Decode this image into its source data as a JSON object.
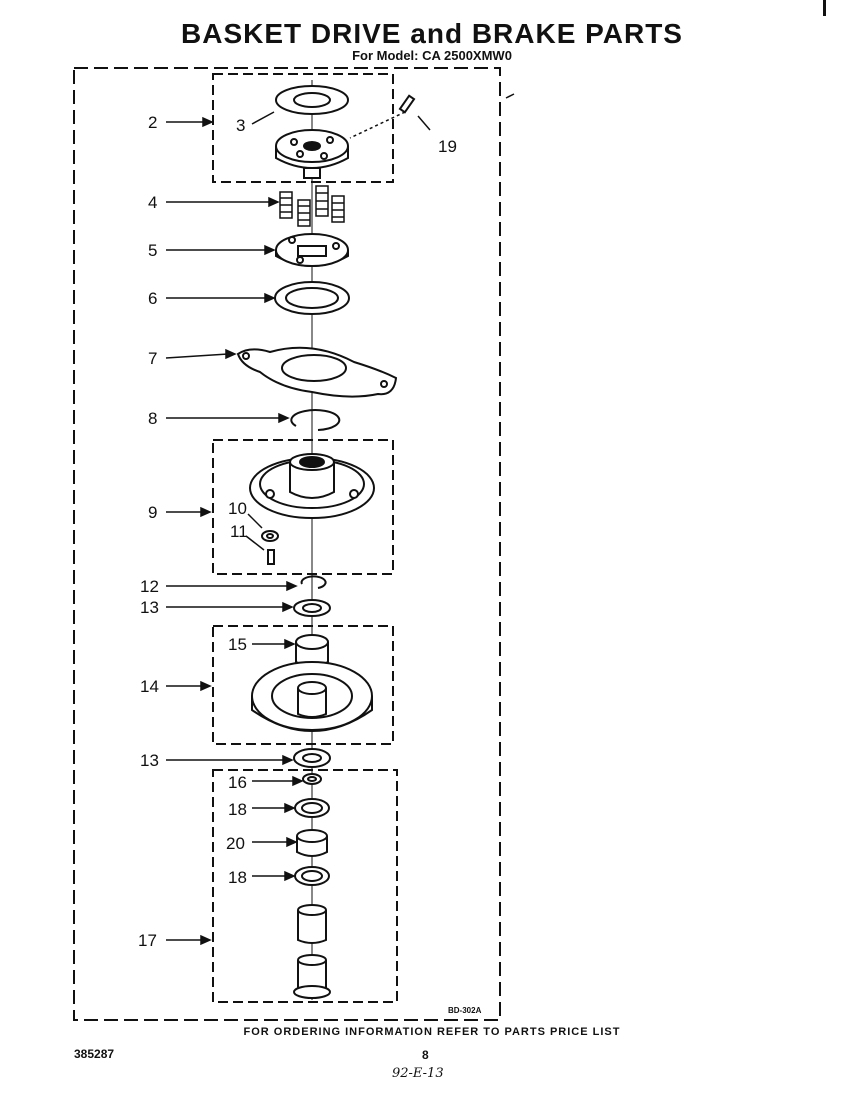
{
  "header": {
    "title": "BASKET DRIVE and BRAKE PARTS",
    "model": "For Model: CA 2500XMW0"
  },
  "footer": {
    "ordering_note": "FOR ORDERING INFORMATION REFER TO PARTS PRICE LIST",
    "doc_number": "385287",
    "page_number": "8",
    "handwritten_note": "92-E-13"
  },
  "diagram": {
    "drawing_code": "BD-302A",
    "callouts": [
      {
        "id": "c2",
        "label": "2"
      },
      {
        "id": "c3",
        "label": "3"
      },
      {
        "id": "c19",
        "label": "19"
      },
      {
        "id": "c4",
        "label": "4"
      },
      {
        "id": "c5",
        "label": "5"
      },
      {
        "id": "c6",
        "label": "6"
      },
      {
        "id": "c7",
        "label": "7"
      },
      {
        "id": "c8",
        "label": "8"
      },
      {
        "id": "c9",
        "label": "9"
      },
      {
        "id": "c10",
        "label": "10"
      },
      {
        "id": "c11",
        "label": "11"
      },
      {
        "id": "c12",
        "label": "12"
      },
      {
        "id": "c13a",
        "label": "13"
      },
      {
        "id": "c15",
        "label": "15"
      },
      {
        "id": "c14",
        "label": "14"
      },
      {
        "id": "c13b",
        "label": "13"
      },
      {
        "id": "c16",
        "label": "16"
      },
      {
        "id": "c18a",
        "label": "18"
      },
      {
        "id": "c20",
        "label": "20"
      },
      {
        "id": "c18b",
        "label": "18"
      },
      {
        "id": "c17",
        "label": "17"
      }
    ]
  }
}
